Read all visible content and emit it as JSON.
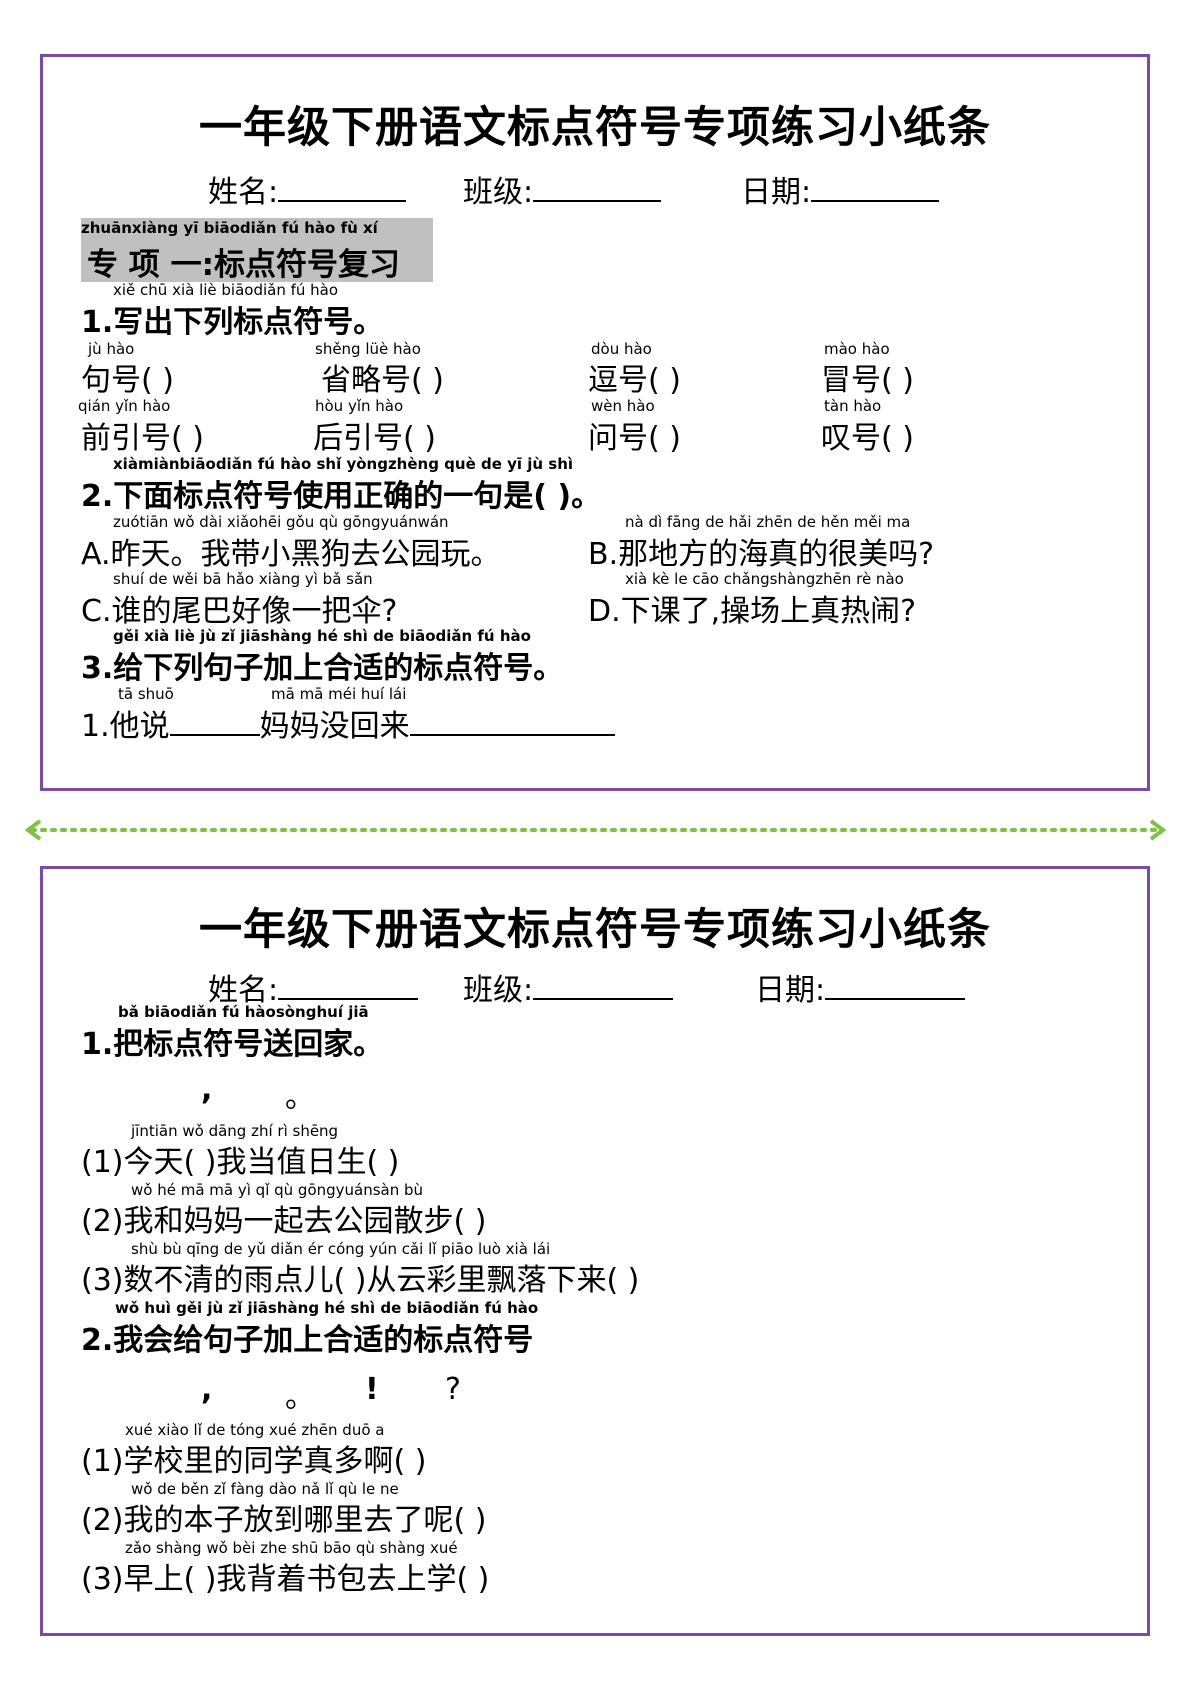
{
  "card1": {
    "title": "一年级下册语文标点符号专项练习小纸条",
    "name_label": "姓名:",
    "class_label": "班级:",
    "date_label": "日期:",
    "section_pinyin": "zhuānxiàng yī   biāodiǎn fú hào fù  xí",
    "section_title": "专 项 一:标点符号复习",
    "q1_pinyin": "xiě chū xià liè biāodiǎn fú hào",
    "q1": "1.写出下列标点符号。",
    "q1_items": [
      {
        "py": "jù  hào",
        "t": "句号(    )"
      },
      {
        "py": "shěng lüè hào",
        "t": "省略号(    )"
      },
      {
        "py": "dòu hào",
        "t": "逗号(    )"
      },
      {
        "py": "mào hào",
        "t": "冒号(    )"
      },
      {
        "py": "qián yǐn hào",
        "t": "前引号(    )"
      },
      {
        "py": "hòu yǐn hào",
        "t": "后引号(    )"
      },
      {
        "py": "wèn hào",
        "t": "问号(    )"
      },
      {
        "py": "tàn hào",
        "t": "叹号(    )"
      }
    ],
    "q2_pinyin": "xiàmiànbiāodiǎn fú hào shǐ yòngzhèng què  de  yī   jù  shì",
    "q2": "2.下面标点符号使用正确的一句是(    )。",
    "q2_options": [
      {
        "py": "zuótiān   wǒ dài xiǎohēi gǒu qù gōngyuánwán",
        "t": "A.昨天。我带小黑狗去公园玩。"
      },
      {
        "py": "nà  dì fāng de hǎi zhēn de hěn měi  ma",
        "t": "B.那地方的海真的很美吗?"
      },
      {
        "py": "shuí de wěi bā hǎo xiàng yì   bǎ sǎn",
        "t": "C.谁的尾巴好像一把伞?"
      },
      {
        "py": "xià kè  le      cāo chǎngshàngzhēn rè nào",
        "t": "D.下课了,操场上真热闹?"
      }
    ],
    "q3_pinyin": "gěi xià liè  jù  zǐ  jiāshàng hé  shì  de biāodiǎn fú hào",
    "q3": "3.给下列句子加上合适的标点符号。",
    "q3_item_py1": "tā shuō",
    "q3_item_py2": "mā  mā méi huí lái",
    "q3_item_a": "1.他说",
    "q3_item_b": "妈妈没回来"
  },
  "card2": {
    "title": "一年级下册语文标点符号专项练习小纸条",
    "name_label": "姓名:",
    "class_label": "班级:",
    "date_label": "日期:",
    "q1_pinyin": "bǎ biāodiǎn fú hàosònghuí jiā",
    "q1": "1.把标点符号送回家。",
    "q1_symbols": [
      ",",
      "。"
    ],
    "q1_items": [
      {
        "py": "jīntiān                wǒ dāng zhí  rì shēng",
        "t": "(1)今天(    )我当值日生(    )"
      },
      {
        "py": "wǒ  hé  mā  mā  yì  qǐ  qù gōngyuánsàn bù",
        "t": "(2)我和妈妈一起去公园散步(    )"
      },
      {
        "py": "shù bù qīng de  yǔ diǎn ér                  cóng yún cǎi  lǐ piāo luò xià lái",
        "t": "(3)数不清的雨点儿(    )从云彩里飘落下来(    )"
      }
    ],
    "q2_pinyin": "wǒ huì gěi  jù  zǐ  jiāshàng hé  shì  de biāodiǎn fú hào",
    "q2": "2.我会给句子加上合适的标点符号",
    "q2_symbols": [
      ",",
      "。",
      "!",
      "?"
    ],
    "q2_items": [
      {
        "py": "xué xiào lǐ   de tóng xué zhēn duō  a",
        "t": "(1)学校里的同学真多啊(    )"
      },
      {
        "py": "wǒ  de běn zǐ fàng dào nǎ  lǐ  qù  le  ne",
        "t": "(2)我的本子放到哪里去了呢(    )"
      },
      {
        "py": "zǎo shàng              wǒ bèi zhe shū bāo qù shàng xué",
        "t": "(3)早上(    )我背着书包去上学(    )"
      }
    ]
  },
  "colors": {
    "border": "#7a4aa6",
    "divider": "#7dc242",
    "section_bg": "#c0c0c0"
  }
}
